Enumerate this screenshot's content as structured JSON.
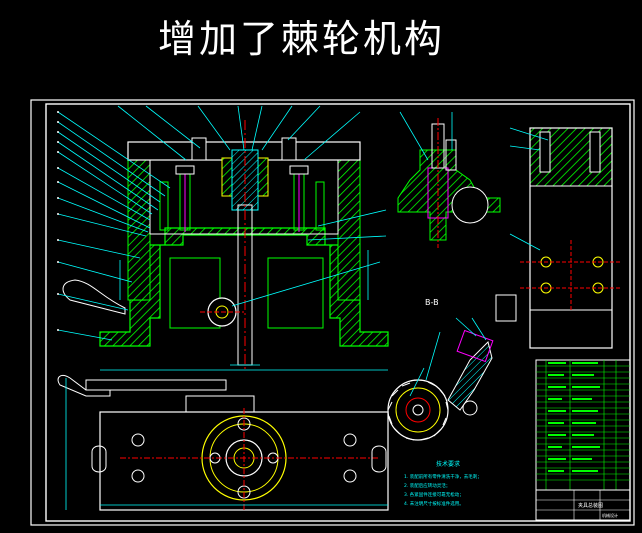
{
  "title": "增加了棘轮机构",
  "section_label": "B-B",
  "notes": {
    "heading": "技术要求",
    "items": [
      "1. 装配前所有零件清洗干净，去毛刺；",
      "2. 装配后应转动灵活；",
      "3. 各紧固件连接可靠无松动；",
      "4. 未注明尺寸按标准件选用。"
    ]
  },
  "title_block": {
    "drawing_name": "夹具总装图",
    "company": "机械设计"
  },
  "colors": {
    "background": "#000000",
    "frame": "#ffffff",
    "green": "#00ff00",
    "cyan": "#00ffff",
    "yellow": "#ffff00",
    "red": "#ff0000",
    "magenta": "#ff00ff",
    "blue": "#4060ff"
  }
}
